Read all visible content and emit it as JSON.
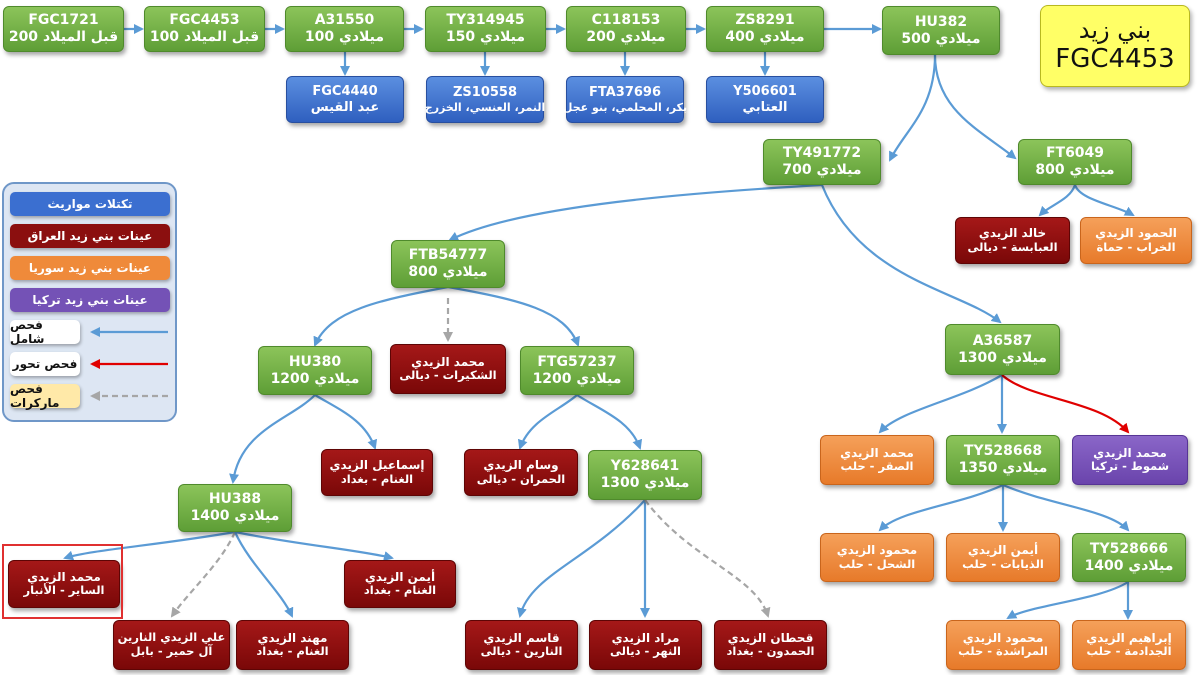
{
  "title": {
    "line1": "بني زيد",
    "line2": "FGC4453"
  },
  "legend": {
    "items": [
      {
        "label": "تكتلات مواريث",
        "color": "#3b6fd0"
      },
      {
        "label": "عينات بني زيد العراق",
        "color": "#8b0f0f"
      },
      {
        "label": "عينات بني زيد سوريا",
        "color": "#ef8a3a"
      },
      {
        "label": "عينات بني زيد تركيا",
        "color": "#7452b6"
      }
    ],
    "lines": [
      {
        "label": "فحص شامل",
        "style": "solid-blue",
        "key_bg": "#ffffff"
      },
      {
        "label": "فحص تحور",
        "style": "solid-red",
        "key_bg": "#ffffff"
      },
      {
        "label": "فحص ماركرات",
        "style": "dashed-gray",
        "key_bg": "#ffe9a8"
      }
    ]
  },
  "nodes": {
    "fgc1721": {
      "l1": "FGC1721",
      "l2": "200 قبل الميلاد"
    },
    "fgc4453": {
      "l1": "FGC4453",
      "l2": "100 قبل الميلاد"
    },
    "a31550": {
      "l1": "A31550",
      "l2": "100 ميلادي"
    },
    "ty314945": {
      "l1": "TY314945",
      "l2": "150 ميلادي"
    },
    "c118153": {
      "l1": "C118153",
      "l2": "200 ميلادي"
    },
    "zs8291": {
      "l1": "ZS8291",
      "l2": "400 ميلادي"
    },
    "hu382": {
      "l1": "HU382",
      "l2": "500 ميلادي"
    },
    "fgc4440": {
      "l1": "FGC4440",
      "l2": "عبد القيس"
    },
    "zs10558": {
      "l1": "ZS10558",
      "l2": "النمر، العنسي، الخزرج"
    },
    "fta37696": {
      "l1": "FTA37696",
      "l2": "بكر، المحلمي، بنو عجل"
    },
    "y506601": {
      "l1": "Y506601",
      "l2": "العتابي"
    },
    "ty491772": {
      "l1": "TY491772",
      "l2": "700 ميلادي"
    },
    "ft6049": {
      "l1": "FT6049",
      "l2": "800 ميلادي"
    },
    "khaled": {
      "l1": "خالد الزيدي",
      "l2": "العبابسة - ديالى"
    },
    "hamoud": {
      "l1": "الحمود الزيدي",
      "l2": "الخراب - حماة"
    },
    "ftb54777": {
      "l1": "FTB54777",
      "l2": "800 ميلادي"
    },
    "a36587": {
      "l1": "A36587",
      "l2": "1300 ميلادي"
    },
    "hu380": {
      "l1": "HU380",
      "l2": "1200 ميلادي"
    },
    "m_shakirat": {
      "l1": "محمد الزيدي",
      "l2": "الشكيرات - ديالى"
    },
    "ftg57237": {
      "l1": "FTG57237",
      "l2": "1200 ميلادي"
    },
    "ismail": {
      "l1": "إسماعيل الزيدي",
      "l2": "الغنام - بغداد"
    },
    "wesam": {
      "l1": "وسام الزيدي",
      "l2": "الحمران - ديالى"
    },
    "y628641": {
      "l1": "Y628641",
      "l2": "1300 ميلادي"
    },
    "m_saqr": {
      "l1": "محمد الزيدي",
      "l2": "الصقر - حلب"
    },
    "ty528668": {
      "l1": "TY528668",
      "l2": "1350 ميلادي"
    },
    "m_shamut": {
      "l1": "محمد الزيدي",
      "l2": "شموط - تركيا"
    },
    "hu388": {
      "l1": "HU388",
      "l2": "1400 ميلادي"
    },
    "mahmoud_shahl": {
      "l1": "محمود الزيدي",
      "l2": "الشحل - حلب"
    },
    "ayman_dhiyabat": {
      "l1": "أيمن الزيدي",
      "l2": "الذيابات - حلب"
    },
    "ty528666": {
      "l1": "TY528666",
      "l2": "1400 ميلادي"
    },
    "m_sayer": {
      "l1": "محمد الزيدي",
      "l2": "الساير - الأنبار"
    },
    "ayman_ghannam": {
      "l1": "أيمن الزيدي",
      "l2": "الغنام - بغداد"
    },
    "ali": {
      "l1": "علي الزيدي النارين",
      "l2": "آل حمير - بابل"
    },
    "muhannad": {
      "l1": "مهند الزيدي",
      "l2": "الغنام - بغداد"
    },
    "qasim": {
      "l1": "قاسم الزيدي",
      "l2": "النارين - ديالى"
    },
    "murad": {
      "l1": "مراد الزيدي",
      "l2": "النهر - ديالى"
    },
    "qahtan": {
      "l1": "قحطان الزيدي",
      "l2": "الحمدون - بغداد"
    },
    "mahmoud_murashida": {
      "l1": "محمود الزيدي",
      "l2": "المراشدة - حلب"
    },
    "ibrahim": {
      "l1": "إبراهيم الزيدي",
      "l2": "الجدادمة - حلب"
    }
  }
}
